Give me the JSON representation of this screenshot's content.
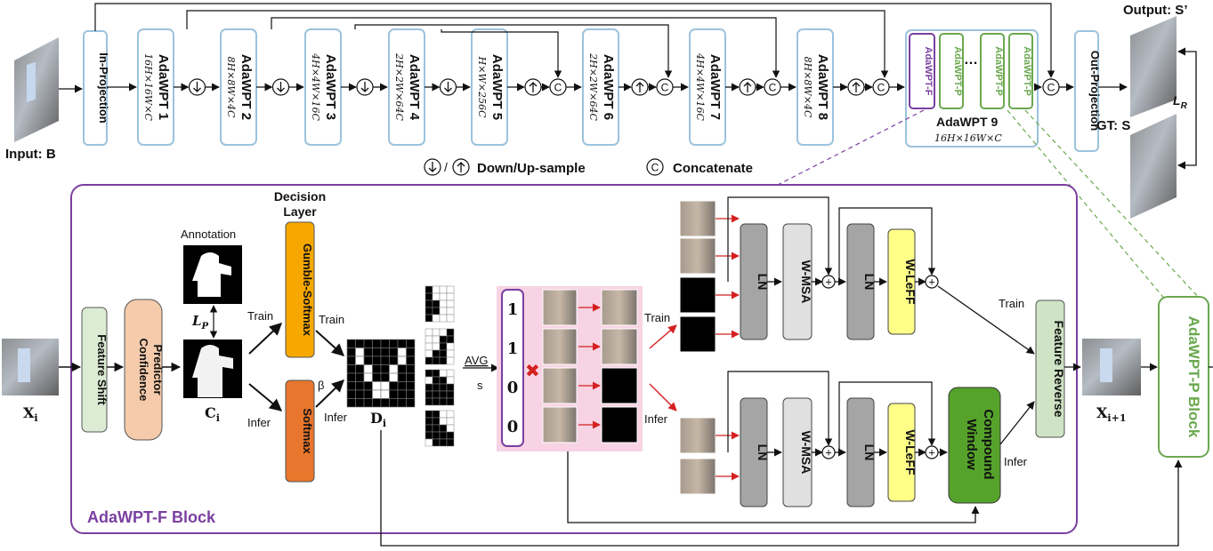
{
  "top": {
    "input_label": "Input: B",
    "in_projection": "In-Projection",
    "encoder": [
      {
        "name": "AdaWPT 1",
        "dim": "16H×16W×C"
      },
      {
        "name": "AdaWPT 2",
        "dim": "8H×8W×4C"
      },
      {
        "name": "AdaWPT 3",
        "dim": "4H×4W×16C"
      },
      {
        "name": "AdaWPT 4",
        "dim": "2H×2W×64C"
      },
      {
        "name": "AdaWPT 5",
        "dim": "H×W×256C"
      },
      {
        "name": "AdaWPT 6",
        "dim": "2H×2W×64C"
      },
      {
        "name": "AdaWPT 7",
        "dim": "4H×4W×16C"
      },
      {
        "name": "AdaWPT 8",
        "dim": "8H×8W×4C"
      }
    ],
    "block9": {
      "name": "AdaWPT 9",
      "dim": "16H×16W×C",
      "sub_f": "AdaWPT-F",
      "sub_p": "AdaWPT-P",
      "ellipsis": "…"
    },
    "out_projection": "Out-Projection",
    "output_label": "Output: S’",
    "gt_label": "GT: S",
    "loss_r": "L",
    "loss_r_sub": "R",
    "legend_updown": "Down/Up-sample",
    "legend_concat": "Concatenate",
    "legend_sep": "/",
    "concat_symbol": "C"
  },
  "bottom": {
    "block_f_label": "AdaWPT-F Block",
    "block_p_label": "AdaWPT-P Block",
    "xi": "X",
    "xi_sub": "i",
    "xi1": "X",
    "xi1_sub": "i+1",
    "feature_shift": "Feature Shift",
    "confidence_predictor_1": "Confidence",
    "confidence_predictor_2": "Predictor",
    "annotation": "Annotation",
    "lp": "L",
    "lp_sub": "P",
    "ci": "C",
    "ci_sub": "i",
    "decision_layer_1": "Decision",
    "decision_layer_2": "Layer",
    "gumble": "Gumble-Softmax",
    "softmax": "Softmax",
    "train": "Train",
    "infer": "Infer",
    "beta": "β",
    "di": "D",
    "di_sub": "i",
    "avg": "AVG",
    "avg_s": "s",
    "mask_bits": [
      "1",
      "1",
      "0",
      "0"
    ],
    "cross": "✖",
    "ln": "LN",
    "wmsa": "W-MSA",
    "wleff": "W-LeFF",
    "window_compound_1": "Window",
    "window_compound_2": "Compound",
    "feature_reverse": "Feature Reverse",
    "plus": "+"
  },
  "colors": {
    "frame_blue": "#9cc3dd",
    "purple": "#7a3fa0",
    "green": "#6aa84f",
    "dark_green": "#55a32a",
    "feature_shift_fill": "#dcebd4",
    "confidence_fill": "#f5cbab",
    "gumble_fill": "#f7a800",
    "softmax_fill": "#e8762c",
    "ln_fill": "#a5a5a5",
    "wmsa_fill": "#e0e0e0",
    "wleff_fill": "#ffff88",
    "pink": "#f7d3e3",
    "red": "#d42020",
    "reverse_fill": "#cfe3c5"
  }
}
